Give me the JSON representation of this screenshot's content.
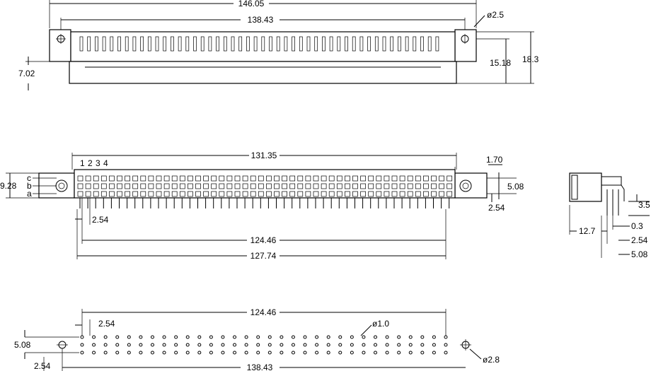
{
  "views": {
    "top_view": {
      "dims": {
        "overall_width": "146.05",
        "mount_hole_span": "138.43",
        "hole_diameter": "ø2.5",
        "body_height": "18.3",
        "flange_height": "15.18",
        "left_height": "7.02"
      }
    },
    "front_view": {
      "dims": {
        "body_length": "131.35",
        "offset": "1.70",
        "row_pitch_total": "5.08",
        "row_pitch": "2.54",
        "side_height": "9.28",
        "pin_pitch": "2.54",
        "pin_span": "124.46",
        "overall_span": "127.74"
      },
      "row_labels": [
        "c",
        "b",
        "a"
      ],
      "pin_numbers": [
        "1",
        "2",
        "3",
        "4"
      ]
    },
    "side_view": {
      "dims": {
        "height": "3.5",
        "depth": "12.7",
        "pin_width": "0.3",
        "pitch": "2.54",
        "spacing": "5.08"
      }
    },
    "footprint_view": {
      "dims": {
        "pin_span": "124.46",
        "pitch": "2.54",
        "pin_hole": "ø1.0",
        "row_spacing": "5.08",
        "edge_offset": "2.54",
        "mount_span": "138.43",
        "mount_hole": "ø2.8"
      },
      "pin_columns": 32,
      "pin_rows": 3
    }
  },
  "colors": {
    "line": "#000000",
    "background": "#ffffff"
  }
}
